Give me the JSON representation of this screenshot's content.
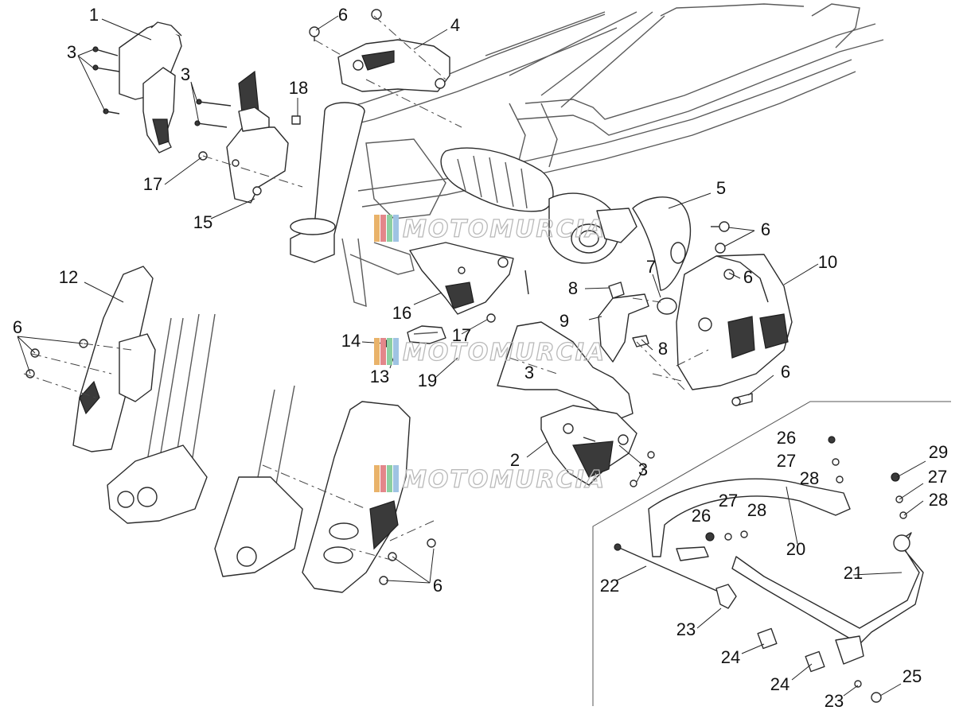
{
  "watermark": {
    "text": "MOTOMURCIA",
    "stripe_colors": [
      "#e9b36a",
      "#e3878a",
      "#8ccfa1",
      "#9fc3e3"
    ]
  },
  "callouts": [
    {
      "id": "c1",
      "label": "1"
    },
    {
      "id": "c3a",
      "label": "3"
    },
    {
      "id": "c3b",
      "label": "3"
    },
    {
      "id": "c6a",
      "label": "6"
    },
    {
      "id": "c4",
      "label": "4"
    },
    {
      "id": "c18",
      "label": "18"
    },
    {
      "id": "c17a",
      "label": "17"
    },
    {
      "id": "c15",
      "label": "15"
    },
    {
      "id": "c5",
      "label": "5"
    },
    {
      "id": "c6b",
      "label": "6"
    },
    {
      "id": "c12",
      "label": "12"
    },
    {
      "id": "c7",
      "label": "7"
    },
    {
      "id": "c10",
      "label": "10"
    },
    {
      "id": "c8a",
      "label": "8"
    },
    {
      "id": "c6c",
      "label": "6"
    },
    {
      "id": "c16",
      "label": "16"
    },
    {
      "id": "c9",
      "label": "9"
    },
    {
      "id": "c6d",
      "label": "6"
    },
    {
      "id": "c17b",
      "label": "17"
    },
    {
      "id": "c14",
      "label": "14"
    },
    {
      "id": "c8b",
      "label": "8"
    },
    {
      "id": "c13",
      "label": "13"
    },
    {
      "id": "c19",
      "label": "19"
    },
    {
      "id": "c3c",
      "label": "3"
    },
    {
      "id": "c6e",
      "label": "6"
    },
    {
      "id": "c26a",
      "label": "26"
    },
    {
      "id": "c27a",
      "label": "27"
    },
    {
      "id": "c28a",
      "label": "28"
    },
    {
      "id": "c2",
      "label": "2"
    },
    {
      "id": "c3d",
      "label": "3"
    },
    {
      "id": "c29",
      "label": "29"
    },
    {
      "id": "c27b",
      "label": "27"
    },
    {
      "id": "c28b",
      "label": "28"
    },
    {
      "id": "c27c",
      "label": "27"
    },
    {
      "id": "c28c",
      "label": "28"
    },
    {
      "id": "c26b",
      "label": "26"
    },
    {
      "id": "c20",
      "label": "20"
    },
    {
      "id": "c21",
      "label": "21"
    },
    {
      "id": "c22",
      "label": "22"
    },
    {
      "id": "c6f",
      "label": "6"
    },
    {
      "id": "c23a",
      "label": "23"
    },
    {
      "id": "c24a",
      "label": "24"
    },
    {
      "id": "c24b",
      "label": "24"
    },
    {
      "id": "c25",
      "label": "25"
    },
    {
      "id": "c23b",
      "label": "23"
    }
  ]
}
